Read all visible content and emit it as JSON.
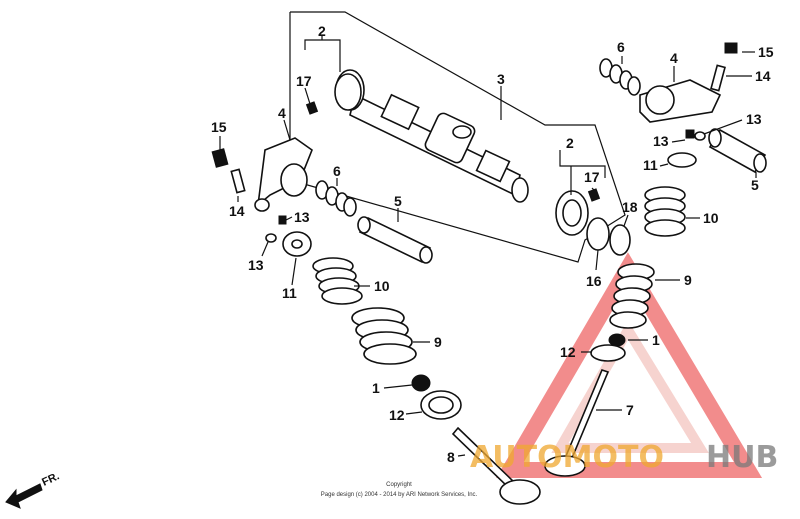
{
  "diagram": {
    "callouts": {
      "c2a": "2",
      "c17a": "17",
      "c4a": "4",
      "c15a": "15",
      "c14a": "14",
      "c6a": "6",
      "c13a": "13",
      "c13b": "13",
      "c5a": "5",
      "c11a": "11",
      "c10a": "10",
      "c9a": "9",
      "c1a": "1",
      "c12a": "12",
      "c8": "8",
      "c3": "3",
      "c2b": "2",
      "c17b": "17",
      "c18": "18",
      "c16": "16",
      "c10b": "10",
      "c9b": "9",
      "c1b": "1",
      "c12b": "12",
      "c7": "7",
      "c6b": "6",
      "c4b": "4",
      "c15b": "15",
      "c14b": "14",
      "c13c": "13",
      "c13d": "13",
      "c11b": "11",
      "c5b": "5"
    },
    "direction_label": "FR.",
    "copyright_line1": "Copyright",
    "copyright_line2": "Page design (c) 2004 - 2014 by ARI Network Services, Inc."
  },
  "watermark": {
    "text_part1": "AUTOMOTO",
    "text_part2": "HUB",
    "color_primary": "#e83030",
    "color_secondary": "#f0a830",
    "color_tertiary": "#7a7a7a"
  }
}
